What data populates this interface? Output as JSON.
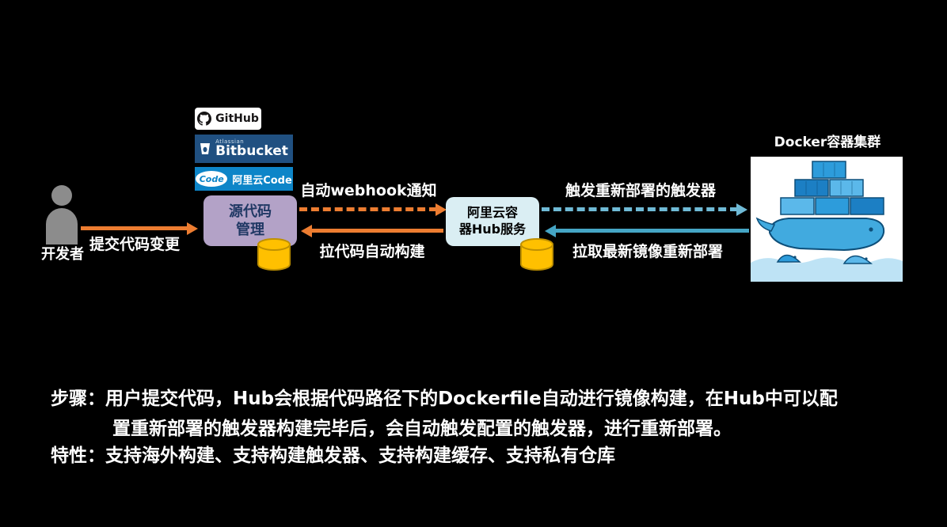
{
  "colors": {
    "background": "#000000",
    "orange": "#ED7D31",
    "teal": "#45A5C5",
    "teal_light": "#6FBAD6",
    "purple_box": "#B3A2C7",
    "purple_text": "#203864",
    "hub_box": "#DAEEF3",
    "cylinder": "#FFC000",
    "cylinder_edge": "#BF9000",
    "bitbucket_bg": "#205081",
    "aliyun_bg": "#0D85C8",
    "person_gray": "#8C8C8C"
  },
  "diagram": {
    "developer": {
      "label": "开发者"
    },
    "badges": {
      "github": {
        "label": "GitHub"
      },
      "bitbucket": {
        "brand": "Atlassian",
        "label": "Bitbucket"
      },
      "aliyun_code": {
        "logo": "Code",
        "label": "阿里云Code"
      }
    },
    "nodes": {
      "source": {
        "line1": "源代码",
        "line2": "管理"
      },
      "hub": {
        "line1": "阿里云容",
        "line2": "器Hub服务"
      },
      "docker": {
        "label": "Docker容器集群"
      }
    },
    "arrows": {
      "submit": {
        "label": "提交代码变更"
      },
      "webhook": {
        "label": "自动webhook通知"
      },
      "pull_build": {
        "label": "拉代码自动构建"
      },
      "trigger": {
        "label": "触发重新部署的触发器"
      },
      "pull_image": {
        "label": "拉取最新镜像重新部署"
      }
    }
  },
  "notes": {
    "steps_label": "步骤：",
    "steps_line1": "用户提交代码，Hub会根据代码路径下的Dockerfile自动进行镜像构建，在Hub中可以配",
    "steps_line2": "置重新部署的触发器构建完毕后，会自动触发配置的触发器，进行重新部署。",
    "features_label": "特性：",
    "features_text": "支持海外构建、支持构建触发器、支持构建缓存、支持私有仓库"
  }
}
